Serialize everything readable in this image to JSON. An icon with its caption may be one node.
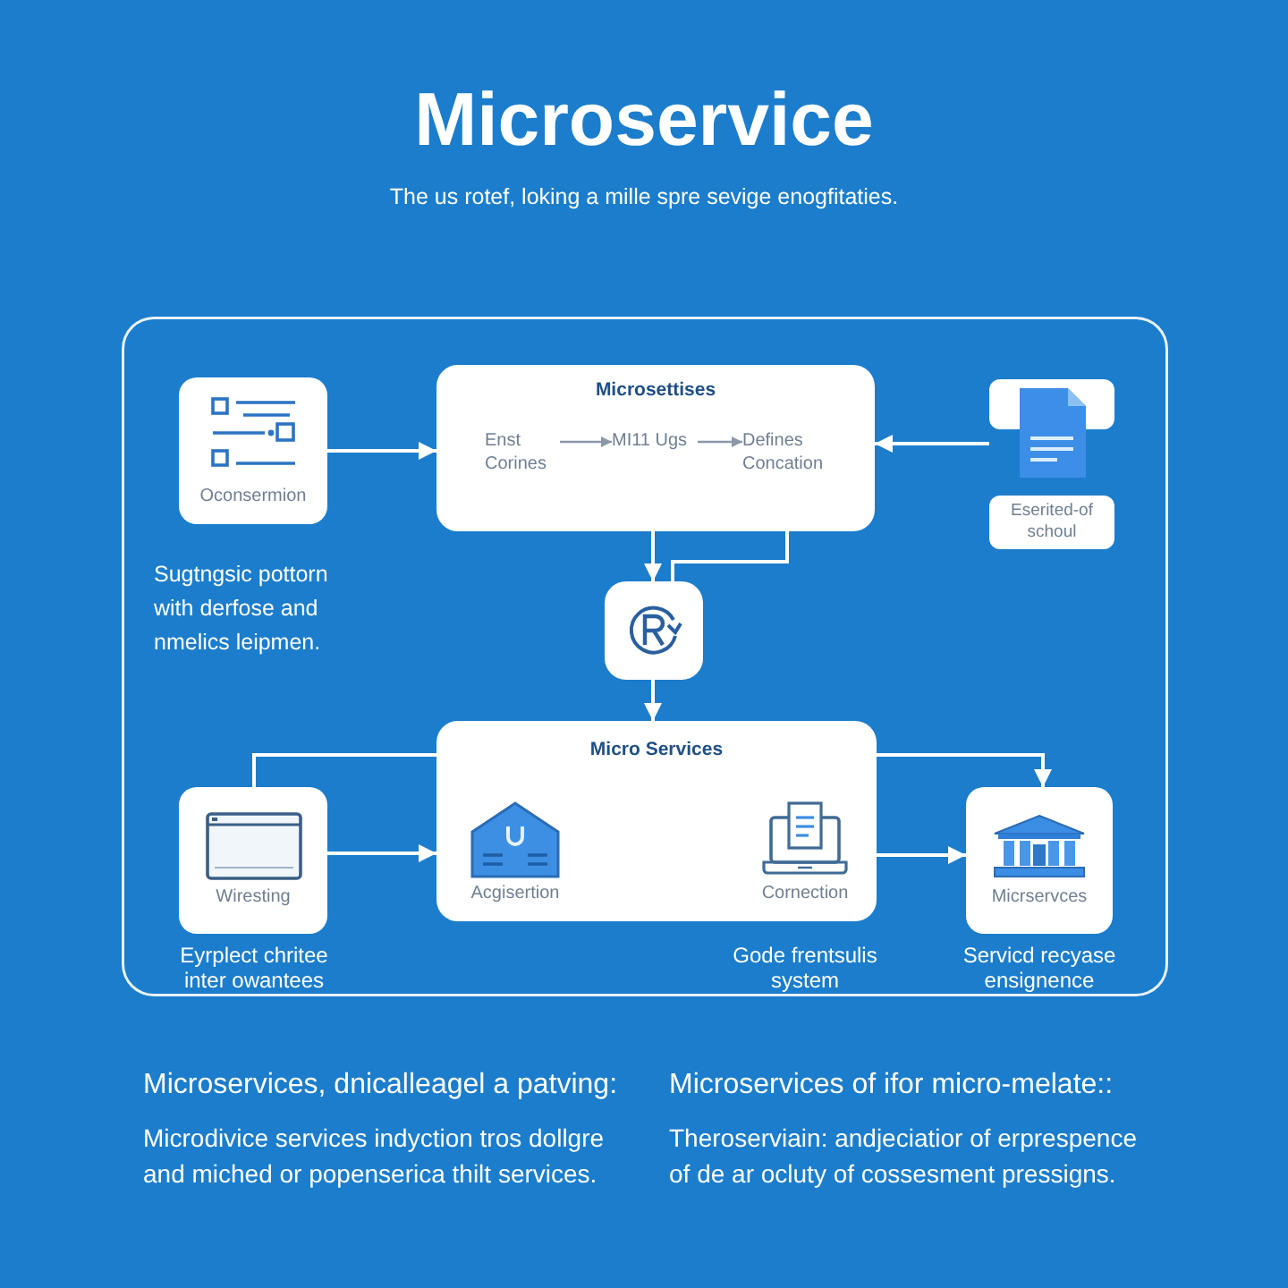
{
  "diagram": {
    "title": "Microservice",
    "nodes": [
      {
        "text": [],
        "shape": "box"
      },
      {
        "text": [
          "Oconsermion"
        ],
        "in": 0,
        "beside": [
          "Sugtngsic pottorn with derfose and nmelics leipmen."
        ]
      },
      {
        "text": [
          "Microsettises"
        ],
        "in": 0
      },
      {
        "text": [
          "Enst Corines"
        ],
        "in": 2
      },
      {
        "text": [
          "MI11 Ugs"
        ],
        "in": 2
      },
      {
        "text": [
          "Defines Concation"
        ],
        "in": 2
      },
      {
        "text": [],
        "shape": "picture",
        "in": 0
      },
      {
        "text": [
          "Eserited-of schoul"
        ],
        "in": 0
      },
      {
        "text": [],
        "shape": "box",
        "in": 0
      },
      {
        "text": [
          "Micro Services"
        ],
        "in": 0,
        "beside": [
          "Gode frentsulis system"
        ]
      },
      {
        "text": [
          "Acgisertion"
        ],
        "in": 9
      },
      {
        "text": [
          "Cornection"
        ],
        "in": 9
      },
      {
        "text": [
          "Wiresting"
        ],
        "in": 0,
        "beside": [
          "Eyrplect chritee inter owantees"
        ]
      },
      {
        "text": [
          "Micrservces"
        ],
        "in": 0,
        "beside": [
          "Servicd recyase ensignence"
        ]
      }
    ],
    "edges": [
      {
        "from": 1,
        "to": 2,
        "arrow": "to"
      },
      {
        "from": 3,
        "to": 4,
        "arrow": "to",
        "color": "#8a98a8"
      },
      {
        "from": 4,
        "to": 5,
        "arrow": "to",
        "color": "#8a98a8"
      },
      {
        "from": 6,
        "to": 2,
        "arrow": "to"
      },
      {
        "from": 2,
        "to": 8,
        "arrow": "to"
      },
      {
        "from": 2,
        "to": 8,
        "arrow": "none"
      },
      {
        "from": 8,
        "to": 9,
        "arrow": "to"
      },
      {
        "from": 12,
        "to": 9,
        "arrow": "none"
      },
      {
        "from": 12,
        "to": 9,
        "arrow": "to"
      },
      {
        "from": 9,
        "to": 13,
        "arrow": "to"
      },
      {
        "from": 9,
        "to": 13,
        "arrow": "to"
      }
    ],
    "labels": [
      "The us rotef, loking a mille spre sevige enogfitaties.",
      "Microservices, dnicalleagel a patving:",
      "Microdivice services indyction tros dollgre and miched or popenserica thilt services.",
      "Microservices of ifor micro-melate::",
      "Theroserviain: andjeciatior of erprespence of de ar ocluty of cossesment pressigns."
    ]
  }
}
